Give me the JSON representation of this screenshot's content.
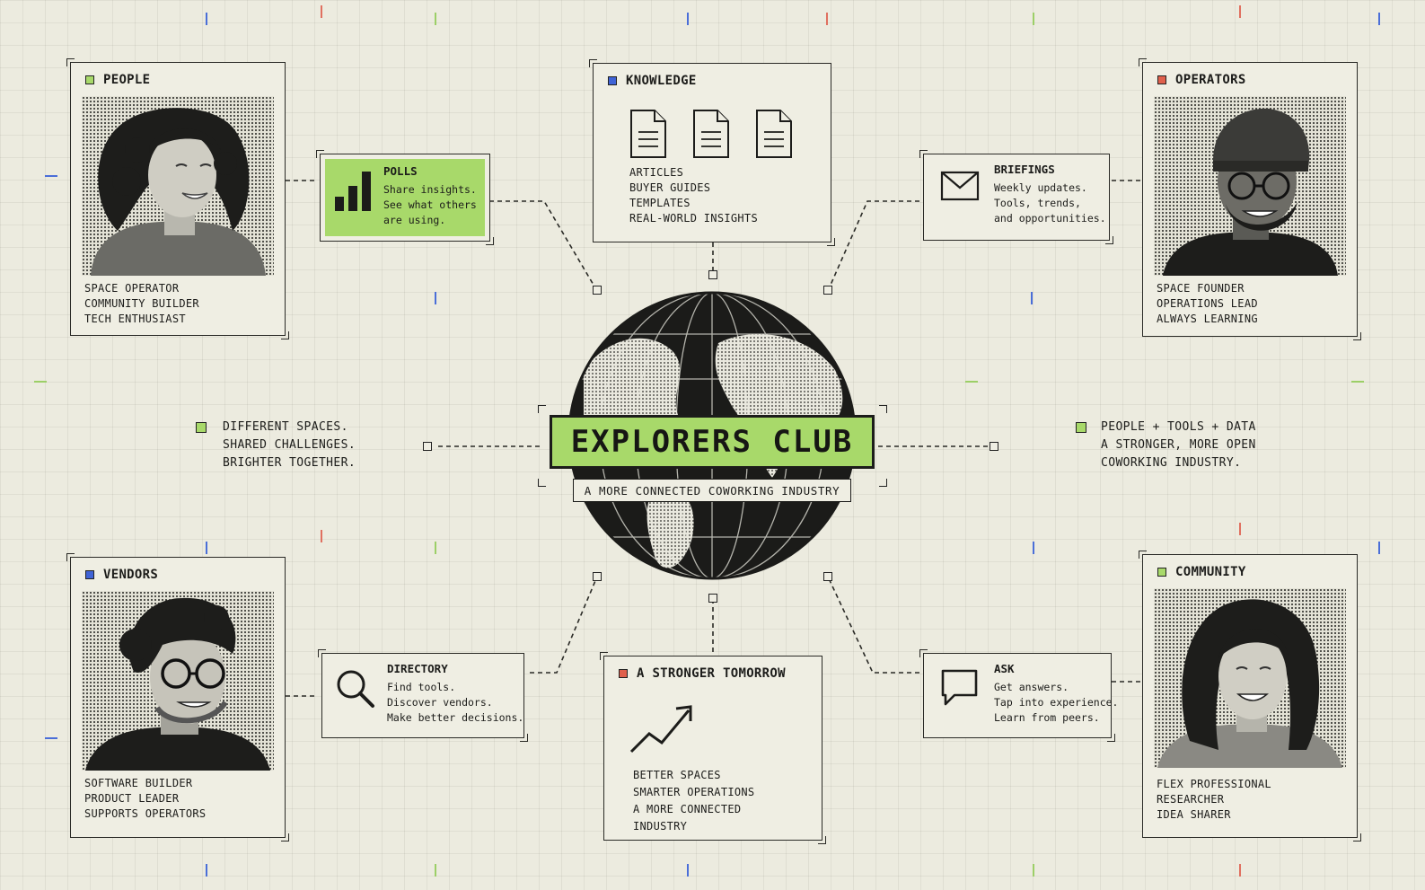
{
  "title": {
    "main": "EXPLORERS CLUB",
    "subtitle": "A MORE CONNECTED COWORKING INDUSTRY"
  },
  "colors": {
    "green": "#a8d96a",
    "blue": "#3f63d6",
    "red": "#e0604c",
    "ink": "#1c1c1a",
    "paper": "#ecebdf"
  },
  "people": {
    "header": "PEOPLE",
    "lines": [
      "SPACE OPERATOR",
      "COMMUNITY BUILDER",
      "TECH ENTHUSIAST"
    ]
  },
  "operators": {
    "header": "OPERATORS",
    "lines": [
      "SPACE FOUNDER",
      "OPERATIONS LEAD",
      "ALWAYS LEARNING"
    ]
  },
  "vendors": {
    "header": "VENDORS",
    "lines": [
      "SOFTWARE BUILDER",
      "PRODUCT LEADER",
      "SUPPORTS OPERATORS"
    ]
  },
  "community": {
    "header": "COMMUNITY",
    "lines": [
      "FLEX PROFESSIONAL",
      "RESEARCHER",
      "IDEA SHARER"
    ]
  },
  "knowledge": {
    "header": "KNOWLEDGE",
    "items": [
      "ARTICLES",
      "BUYER GUIDES",
      "TEMPLATES",
      "REAL-WORLD INSIGHTS"
    ]
  },
  "polls": {
    "title": "POLLS",
    "lines": [
      "Share insights.",
      "See what others",
      "are using."
    ]
  },
  "briefings": {
    "title": "BRIEFINGS",
    "lines": [
      "Weekly updates.",
      "Tools, trends,",
      "and opportunities."
    ]
  },
  "directory": {
    "title": "DIRECTORY",
    "lines": [
      "Find tools.",
      "Discover vendors.",
      "Make better decisions."
    ]
  },
  "ask": {
    "title": "ASK",
    "lines": [
      "Get answers.",
      "Tap into experience.",
      "Learn from peers."
    ]
  },
  "tomorrow": {
    "header": "A STRONGER TOMORROW",
    "lines": [
      "BETTER SPACES",
      "SMARTER OPERATIONS",
      "A MORE CONNECTED",
      "INDUSTRY"
    ]
  },
  "left_tagline": [
    "DIFFERENT SPACES.",
    "SHARED CHALLENGES.",
    "BRIGHTER TOGETHER."
  ],
  "right_tagline": [
    "PEOPLE + TOOLS + DATA",
    "A STRONGER, MORE OPEN",
    "COWORKING INDUSTRY."
  ]
}
